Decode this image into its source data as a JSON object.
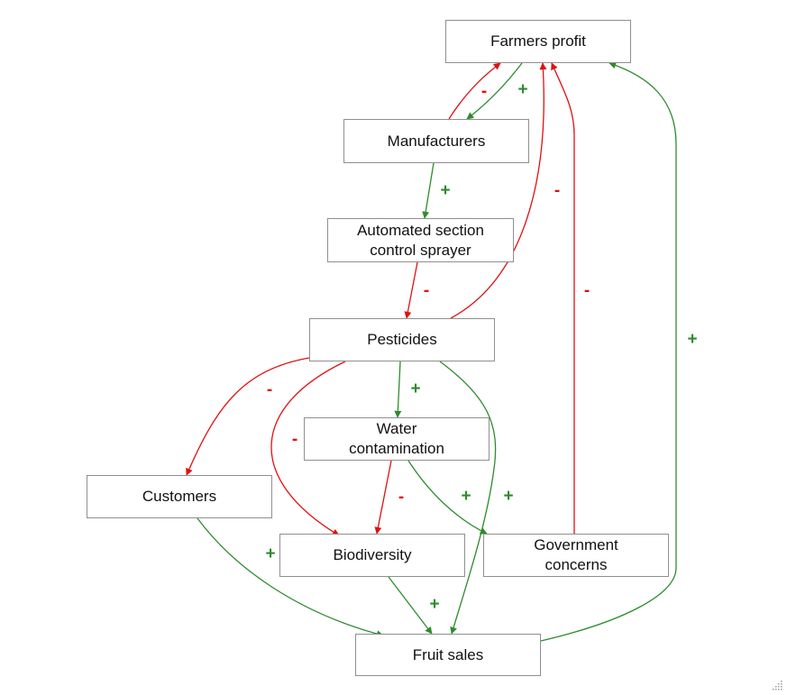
{
  "colors": {
    "positive": "#2e8b2e",
    "negative": "#e01010",
    "node_border": "#8f8f8f"
  },
  "nodes": {
    "farmers_profit": "Farmers profit",
    "manufacturers": "Manufacturers",
    "sprayer": "Automated section\ncontrol sprayer",
    "pesticides": "Pesticides",
    "water": "Water\ncontamination",
    "customers": "Customers",
    "biodiversity": "Biodiversity",
    "government": "Government\nconcerns",
    "fruit_sales": "Fruit sales"
  },
  "links": [
    {
      "from": "Manufacturers",
      "to": "Farmers profit",
      "polarity": "-"
    },
    {
      "from": "Farmers profit",
      "to": "Manufacturers",
      "polarity": "+"
    },
    {
      "from": "Manufacturers",
      "to": "Automated section control sprayer",
      "polarity": "+"
    },
    {
      "from": "Automated section control sprayer",
      "to": "Pesticides",
      "polarity": "-"
    },
    {
      "from": "Pesticides",
      "to": "Farmers profit",
      "polarity": "-"
    },
    {
      "from": "Government concerns",
      "to": "Farmers profit",
      "polarity": "-"
    },
    {
      "from": "Fruit sales",
      "to": "Farmers profit",
      "polarity": "+"
    },
    {
      "from": "Pesticides",
      "to": "Customers",
      "polarity": "-"
    },
    {
      "from": "Pesticides",
      "to": "Biodiversity",
      "polarity": "-"
    },
    {
      "from": "Pesticides",
      "to": "Water contamination",
      "polarity": "+"
    },
    {
      "from": "Pesticides",
      "to": "Fruit sales",
      "polarity": "+"
    },
    {
      "from": "Water contamination",
      "to": "Biodiversity",
      "polarity": "-"
    },
    {
      "from": "Water contamination",
      "to": "Government concerns",
      "polarity": "+"
    },
    {
      "from": "Customers",
      "to": "Fruit sales",
      "polarity": "+"
    },
    {
      "from": "Biodiversity",
      "to": "Fruit sales",
      "polarity": "+"
    }
  ],
  "signs": {
    "plus": "+",
    "minus": "-"
  }
}
